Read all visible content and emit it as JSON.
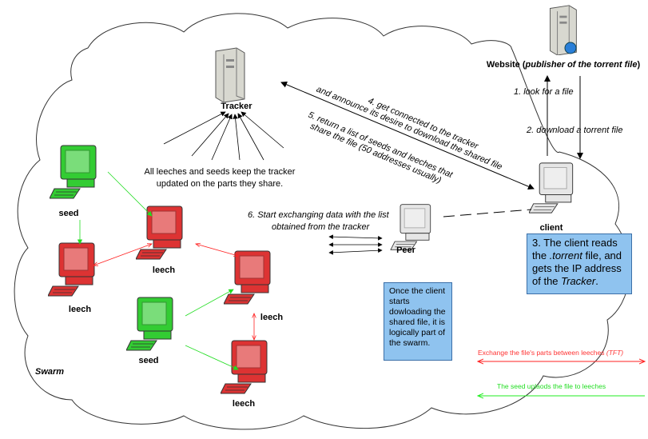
{
  "tracker": {
    "label": "Tracker"
  },
  "website": {
    "label": "Website (",
    "label_italic": "publisher of the torrent file",
    "label_end": ")"
  },
  "steps": {
    "s1": "1. look for a file",
    "s2": "2. download a torrent file",
    "s4_line1": "4. get connected to the tracker",
    "s4_line2": "and announce its desire to download the shared file",
    "s5_line1": "5. return a list of seeds and leeches that",
    "s5_line2": "share the file (50 addresses usually)",
    "s6_line1": "6. Start exchanging data with the list",
    "s6_line2": "obtained from the tracker"
  },
  "tracker_note": {
    "line1": "All leeches and seeds keep the tracker",
    "line2": "updated on the parts they share."
  },
  "nodes": {
    "client": "client",
    "peer": "Peer",
    "seed": "seed",
    "leech": "leech"
  },
  "swarm_label": "Swarm",
  "box3": {
    "pre": "3. The client reads the ",
    "italic1": ".torrent",
    "mid": " file, and gets the IP address of the ",
    "italic2": "Tracker",
    "end": "."
  },
  "swarm_box": "Once the client starts dowloading the shared file, it is logically part of the swarm.",
  "legend": {
    "red_text": "Exchange the file's parts between leeches ",
    "red_italic": "(TFT)",
    "green_text": "The seed uplaods the file to leeches"
  },
  "colors": {
    "seed": "#33cc33",
    "leech": "#dd3333",
    "red_arrow": "#ff2222",
    "green_arrow": "#22ee22",
    "box": "#8fc3ef"
  }
}
